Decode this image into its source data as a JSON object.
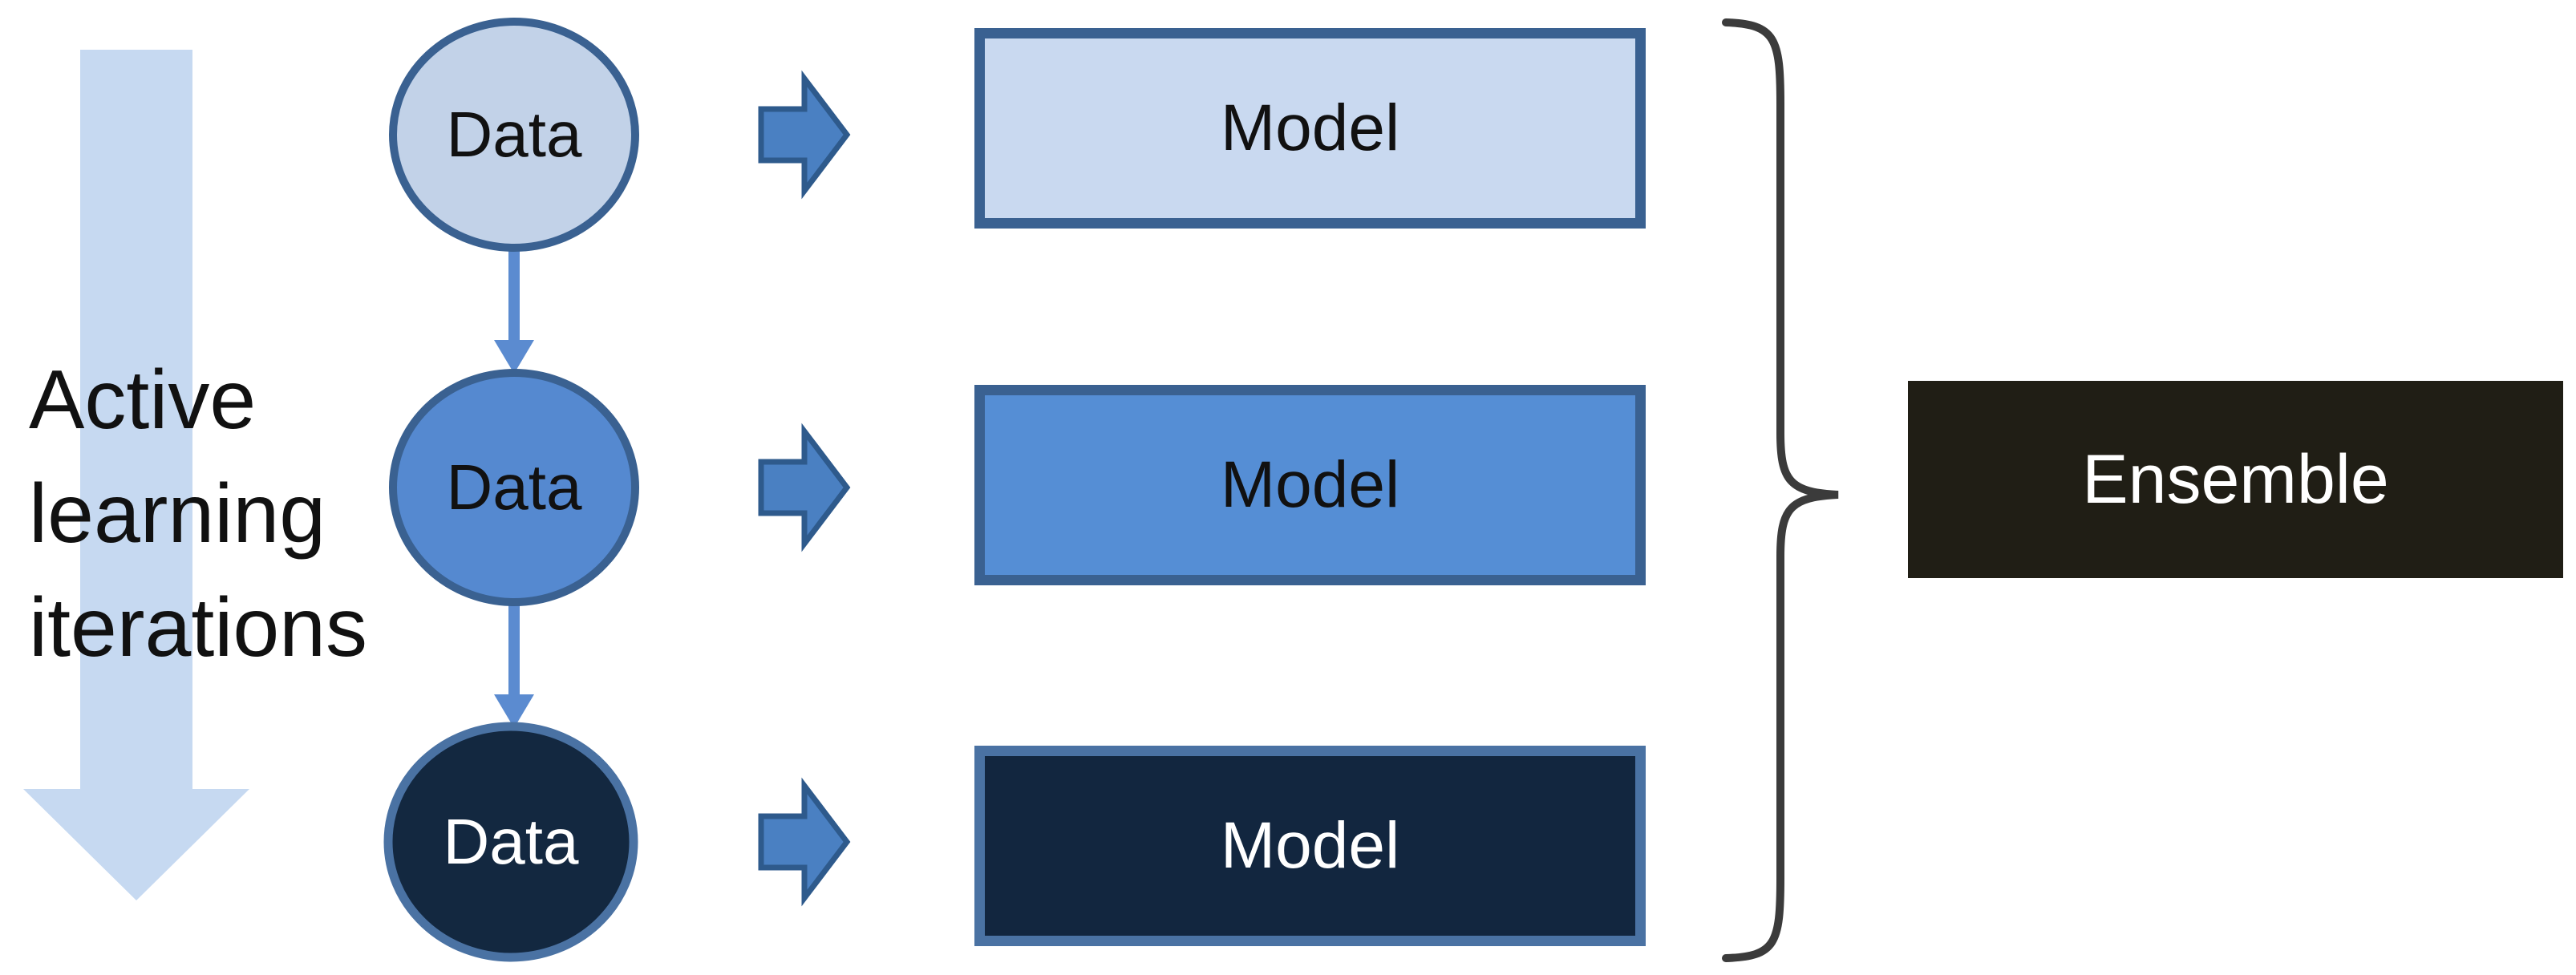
{
  "diagram": {
    "title_meaning": "Active learning iterations producing data/model pairs combined into an ensemble",
    "left_label": {
      "lines": [
        "Active",
        "learning",
        "iterations"
      ],
      "color": "#111111"
    },
    "big_arrow": {
      "name": "active-learning-direction-arrow",
      "direction": "down",
      "fill": "#c6d9f1"
    },
    "data_nodes": [
      {
        "label": "Data",
        "fill": "#c2d2e8",
        "border": "#3a6191",
        "text_color": "#111111"
      },
      {
        "label": "Data",
        "fill": "#5589d0",
        "border": "#3a6191",
        "text_color": "#111111"
      },
      {
        "label": "Data",
        "fill": "#132840",
        "border": "#4a72a3",
        "text_color": "#ffffff"
      }
    ],
    "connector_arrows": {
      "count": 2,
      "direction": "down",
      "fill": "#5b8bd0"
    },
    "block_arrows": {
      "count": 3,
      "direction": "right",
      "fill": "#4a80c2",
      "border": "#2e5a8c"
    },
    "model_boxes": [
      {
        "label": "Model",
        "fill": "#c9d9f0",
        "border": "#3a6191",
        "text_color": "#111111"
      },
      {
        "label": "Model",
        "fill": "#558ed5",
        "border": "#3a6191",
        "text_color": "#111111"
      },
      {
        "label": "Model",
        "fill": "#12263f",
        "border": "#4a72a3",
        "text_color": "#ffffff"
      }
    ],
    "brace": {
      "glyph": "}",
      "color": "#3b3b3b"
    },
    "ensemble": {
      "label": "Ensemble",
      "fill": "#201e15",
      "text_color": "#ffffff"
    }
  }
}
